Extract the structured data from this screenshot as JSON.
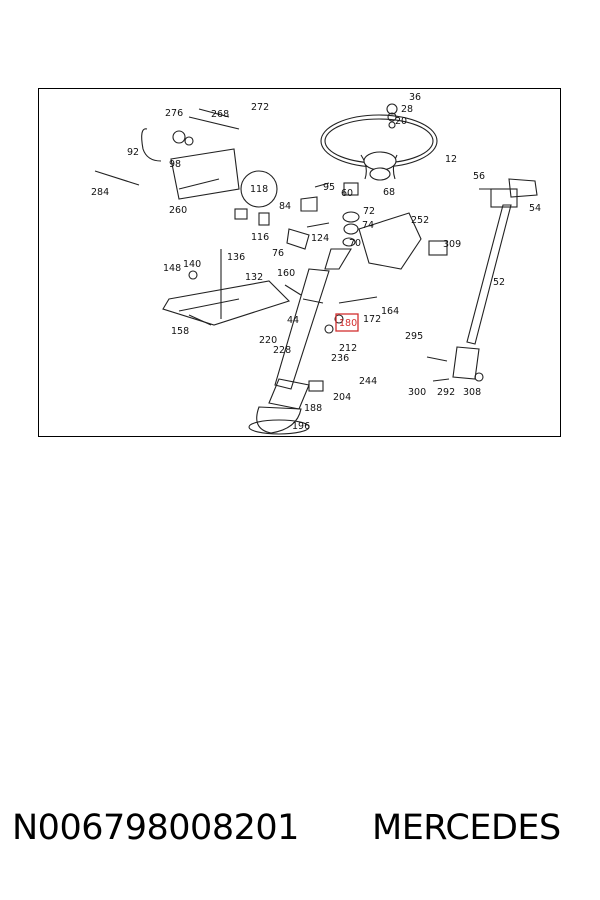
{
  "diagram": {
    "highlighted_label": "180",
    "labels": [
      "36",
      "28",
      "20",
      "276",
      "268",
      "272",
      "12",
      "92",
      "98",
      "284",
      "260",
      "118",
      "95",
      "60",
      "68",
      "56",
      "54",
      "84",
      "74",
      "116",
      "124",
      "72",
      "252",
      "76",
      "70",
      "309",
      "148",
      "140",
      "136",
      "132",
      "160",
      "52",
      "164",
      "172",
      "158",
      "44",
      "220",
      "228",
      "212",
      "295",
      "236",
      "244",
      "204",
      "300",
      "292",
      "308",
      "188",
      "196"
    ]
  },
  "caption": {
    "part_number": "N006798008201",
    "brand": "MERCEDES"
  },
  "colors": {
    "highlight": "#d32f2f",
    "line": "#222222"
  }
}
